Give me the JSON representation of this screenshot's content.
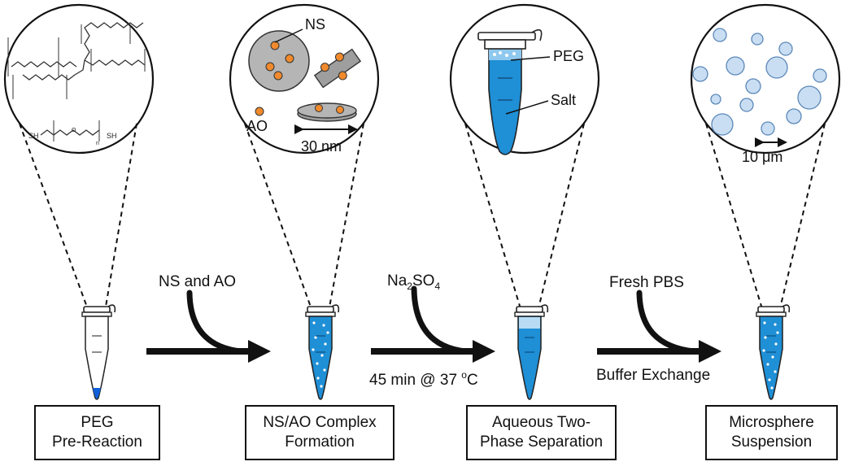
{
  "stages": [
    {
      "id": "peg",
      "line1": "PEG",
      "line2": "Pre-Reaction"
    },
    {
      "id": "complex",
      "line1": "NS/AO Complex",
      "line2": "Formation"
    },
    {
      "id": "atps",
      "line1": "Aqueous Two-",
      "line2": "Phase Separation"
    },
    {
      "id": "micro",
      "line1": "Microsphere",
      "line2": "Suspension"
    }
  ],
  "steps": [
    {
      "above": "NS and AO",
      "below": ""
    },
    {
      "above_main": "Na",
      "above_sub": "2",
      "above_main2": "SO",
      "above_sub2": "4",
      "below": "45 min @ 37 ",
      "below_sup": "o",
      "below_unit": "C"
    },
    {
      "above": "Fresh PBS",
      "below": "Buffer Exchange"
    }
  ],
  "insets": {
    "chem": {
      "sh": "SH",
      "sh2": "SH",
      "n": "n",
      "o": "O"
    },
    "nanosilicate": {
      "ns": "NS",
      "ao": "AO",
      "scale": "30 nm"
    },
    "phases": {
      "peg": "PEG",
      "salt": "Salt"
    },
    "microspheres": {
      "scale": "10 μm"
    }
  },
  "colors": {
    "blue": "#1f8fd6",
    "deep_blue": "#1060d8",
    "orange": "#f08a2c",
    "disc": "#b5b5b5",
    "sphere": "#c9def3"
  }
}
